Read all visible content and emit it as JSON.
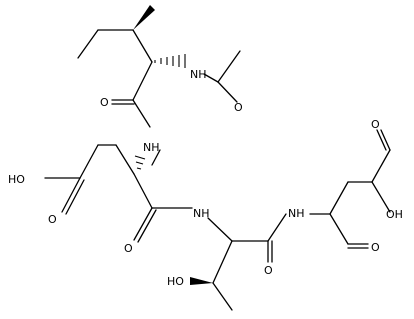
{
  "labels": {
    "nh_acetyl": "NH",
    "o_acetyl": "O",
    "o_ile": "O",
    "nh_glu": "NH",
    "ho_glu": "HO",
    "o_glu_acid": "O",
    "o_glu_amide": "O",
    "nh_thr": "NH",
    "o_thr": "O",
    "ho_thr": "HO",
    "nh_asp": "NH",
    "o_asp_acid": "O",
    "oh_asp": "OH",
    "o_aldehyde": "O"
  }
}
